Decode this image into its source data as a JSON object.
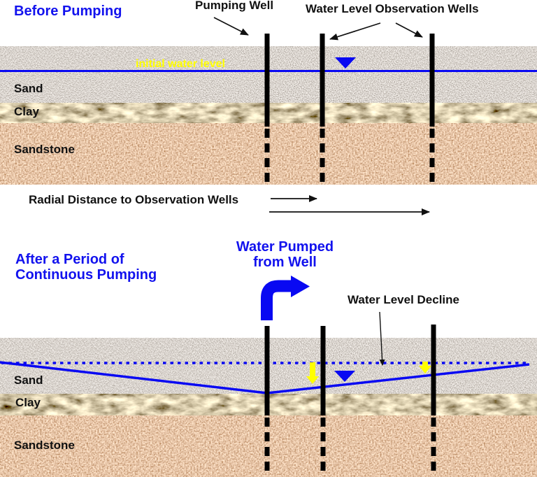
{
  "top": {
    "title": "Before Pumping",
    "pumping_well": "Pumping Well",
    "observation_wells": "Water Level Observation Wells",
    "initial_water_level": "initial water level",
    "sand": "Sand",
    "clay": "Clay",
    "sandstone": "Sandstone"
  },
  "middle": {
    "radial_distance": "Radial Distance to Observation Wells"
  },
  "bottom": {
    "title_line1": "After a Period of",
    "title_line2": "Continuous Pumping",
    "pumped_line1": "Water Pumped",
    "pumped_line2": "from Well",
    "decline": "Water Level Decline",
    "sand": "Sand",
    "clay": "Clay",
    "sandstone": "Sandstone"
  },
  "colors": {
    "line_blue": "#0909f2",
    "title_blue": "#1212ee",
    "water_label_yellow": "#ffff00",
    "text_black": "#111111",
    "sand_base": "#b2a99e",
    "clay_base": "#b39b63",
    "sandstone_base": "#cd9064"
  }
}
